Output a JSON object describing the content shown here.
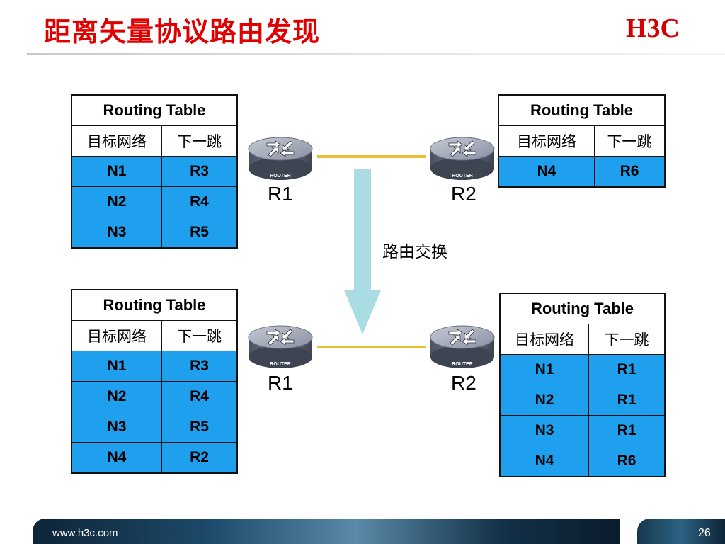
{
  "header": {
    "title_strong": "距离矢量",
    "title_rest": "协议路由发现",
    "logo": "H3C"
  },
  "router_icon_text": "ROUTER",
  "exchange_label": "路由交换",
  "colors": {
    "title": "#e00000",
    "table_fill": "#1ea0ee",
    "link": "#e6c233",
    "arrow": "#a9dce3"
  },
  "before": {
    "r1_label": "R1",
    "r2_label": "R2",
    "r1_table": {
      "title": "Routing Table",
      "col_dest": "目标网络",
      "col_next": "下一跳",
      "rows": [
        [
          "N1",
          "R3"
        ],
        [
          "N2",
          "R4"
        ],
        [
          "N3",
          "R5"
        ]
      ]
    },
    "r2_table": {
      "title": "Routing Table",
      "col_dest": "目标网络",
      "col_next": "下一跳",
      "rows": [
        [
          "N4",
          "R6"
        ]
      ]
    }
  },
  "after": {
    "r1_label": "R1",
    "r2_label": "R2",
    "r1_table": {
      "title": "Routing Table",
      "col_dest": "目标网络",
      "col_next": "下一跳",
      "rows": [
        [
          "N1",
          "R3"
        ],
        [
          "N2",
          "R4"
        ],
        [
          "N3",
          "R5"
        ],
        [
          "N4",
          "R2"
        ]
      ]
    },
    "r2_table": {
      "title": "Routing Table",
      "col_dest": "目标网络",
      "col_next": "下一跳",
      "rows": [
        [
          "N1",
          "R1"
        ],
        [
          "N2",
          "R1"
        ],
        [
          "N3",
          "R1"
        ],
        [
          "N4",
          "R6"
        ]
      ]
    }
  },
  "footer": {
    "url": "www.h3c.com",
    "page": "26"
  }
}
